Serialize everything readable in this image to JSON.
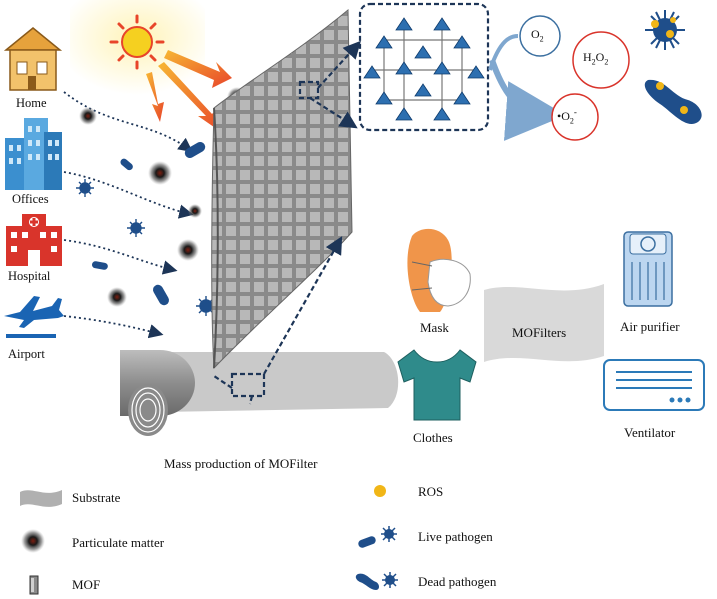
{
  "sources": {
    "home": "Home",
    "offices": "Offices",
    "hospital": "Hospital",
    "airport": "Airport"
  },
  "reaction": {
    "o2": "O",
    "o2_sub": "2",
    "h2o2_h": "H",
    "h2o2_sub1": "2",
    "h2o2_o": "O",
    "h2o2_sub2": "2",
    "superoxide_dot": "•",
    "superoxide_o": "O",
    "superoxide_sub": "2",
    "superoxide_charge": "-"
  },
  "applications": {
    "mask": "Mask",
    "clothes": "Clothes",
    "center": "MOFilters",
    "air_purifier": "Air purifier",
    "ventilator": "Ventilator"
  },
  "caption": "Mass production of MOFilter",
  "legend": {
    "substrate": "Substrate",
    "particulate": "Particulate matter",
    "mof": "MOF",
    "ros": "ROS",
    "live_pathogen": "Live pathogen",
    "dead_pathogen": "Dead pathogen"
  },
  "colors": {
    "sun": "#f5d020",
    "sun_ray": "#e8452a",
    "home": "#e6a23c",
    "office": "#3b8fcf",
    "hospital": "#d9342b",
    "airport": "#1a64b3",
    "mof_blue": "#2d6fb0",
    "pathogen": "#1f4e8a",
    "mask": "#f0954a",
    "shirt": "#2f8b8b",
    "ros": "#f1b617",
    "filter_gray": "#9a9a9a"
  }
}
